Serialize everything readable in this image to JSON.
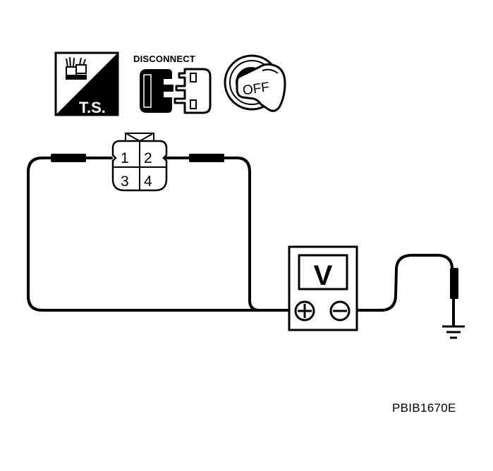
{
  "icons": {
    "ts": {
      "label": "T.S.",
      "icon": "test-harness-icon"
    },
    "disconnect": {
      "label": "DISCONNECT",
      "icon": "disconnect-connector-icon"
    },
    "ignition": {
      "label": "OFF",
      "icon": "ignition-key-icon"
    }
  },
  "connector": {
    "pins": [
      "1",
      "2",
      "3",
      "4"
    ]
  },
  "meter": {
    "display": "V",
    "plus": "+",
    "minus": "−"
  },
  "figure_code": "PBIB1670E",
  "colors": {
    "ink": "#000000",
    "background": "#ffffff"
  }
}
